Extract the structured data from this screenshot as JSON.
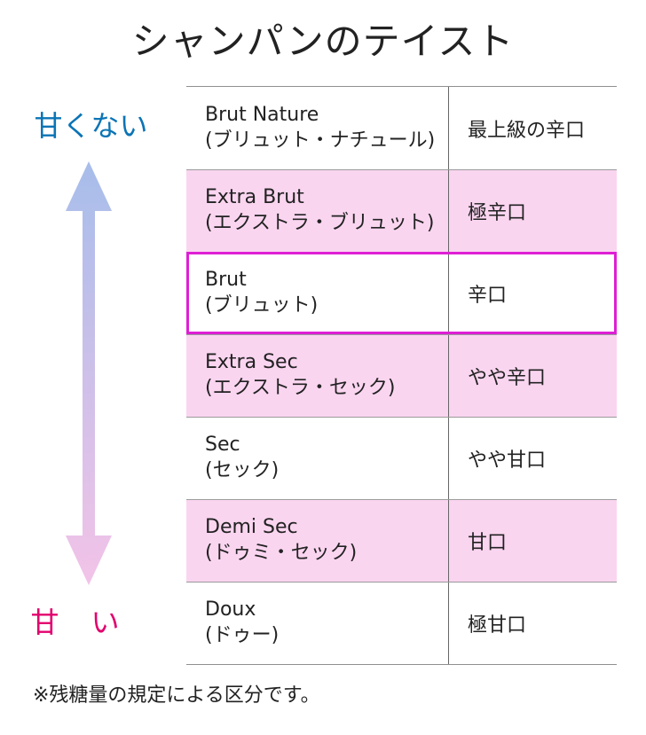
{
  "title": "シャンパンのテイスト",
  "axis": {
    "top_label": "甘くない",
    "bottom_label": "甘い",
    "colors": {
      "top_label": "#0b74b5",
      "bottom_label": "#e2006d",
      "arrow_top": "#a7bdea",
      "arrow_bottom": "#f3c3e8"
    }
  },
  "table": {
    "rows": [
      {
        "name_en": "Brut Nature",
        "name_ja": "(ブリュット・ナチュール)",
        "taste": "最上級の辛口",
        "style": "white"
      },
      {
        "name_en": "Extra Brut",
        "name_ja": "(エクストラ・ブリュット)",
        "taste": "極辛口",
        "style": "pink"
      },
      {
        "name_en": "Brut",
        "name_ja": "(ブリュット)",
        "taste": "辛口",
        "style": "highlight"
      },
      {
        "name_en": "Extra Sec",
        "name_ja": "(エクストラ・セック)",
        "taste": "やや辛口",
        "style": "pink"
      },
      {
        "name_en": "Sec",
        "name_ja": "(セック)",
        "taste": "やや甘口",
        "style": "white"
      },
      {
        "name_en": "Demi Sec",
        "name_ja": "(ドゥミ・セック)",
        "taste": "甘口",
        "style": "pink"
      },
      {
        "name_en": "Doux",
        "name_ja": "(ドゥー)",
        "taste": "極甘口",
        "style": "white"
      }
    ],
    "colors": {
      "pink_row": "#fad5f0",
      "highlight_border": "#de1fd5"
    }
  },
  "footnote": "※残糖量の規定による区分です。"
}
